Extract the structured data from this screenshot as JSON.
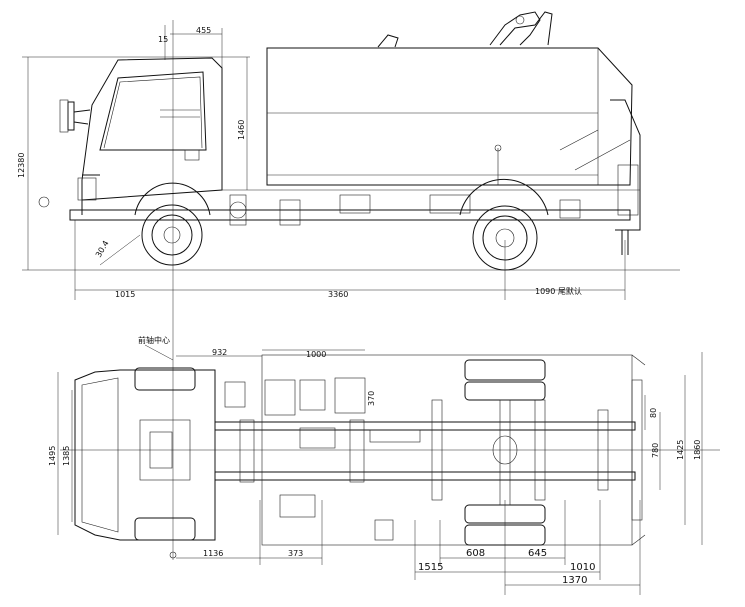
{
  "side_view": {
    "dim_15": "15",
    "dim_455": "455",
    "dim_1460": "1460",
    "dim_height": "12380",
    "dim_front_angle": "30.4",
    "dim_front_overhang": "1015",
    "dim_wheelbase": "3360",
    "dim_rear": "1090 尾默认"
  },
  "top_view": {
    "dim_932": "932",
    "dim_1000": "1000",
    "dim_370": "370",
    "dim_1495": "1495",
    "dim_1385": "1385",
    "dim_1136": "1136",
    "dim_373": "373",
    "dim_1515": "1515",
    "dim_608": "608",
    "dim_645": "645",
    "dim_1010": "1010",
    "dim_1370": "1370",
    "dim_780": "780",
    "dim_1425": "1425",
    "dim_1860": "1860",
    "dim_80": "80",
    "label_center": "前轴中心"
  }
}
